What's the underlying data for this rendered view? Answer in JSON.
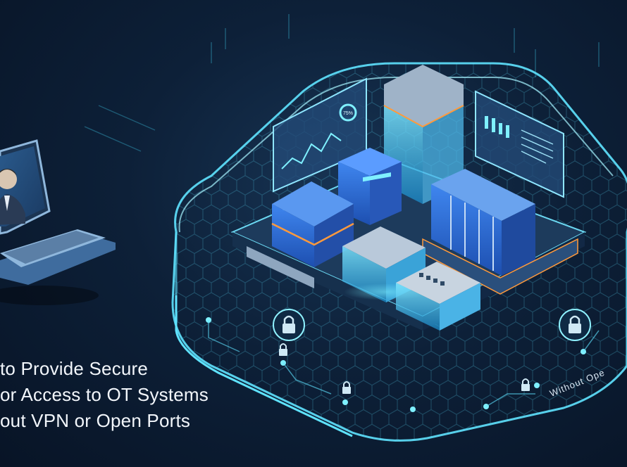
{
  "headline": {
    "line1": "to Provide Secure",
    "line2": "or Access to OT Systems",
    "line3": "out VPN or Open Ports"
  },
  "shield_caption": "Without Ope",
  "gauge_label": "75%",
  "colors": {
    "background": "#0d2038",
    "glow": "#5fe3ff",
    "accent_orange": "#ff9a3c",
    "server_blue": "#2f6fd6"
  },
  "icons": [
    "laptop-icon",
    "user-avatar-icon",
    "padlock-icon",
    "server-rack-icon",
    "dashboard-panel-icon"
  ]
}
